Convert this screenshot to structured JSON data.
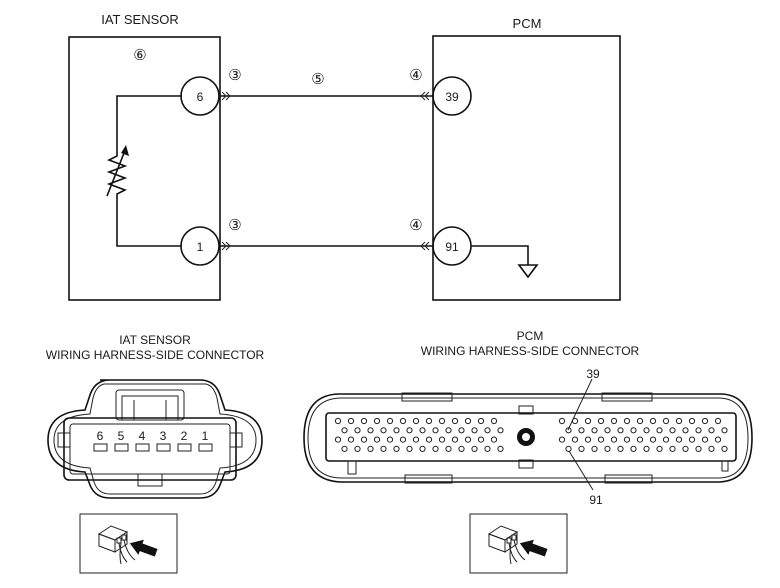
{
  "schematic": {
    "iat_sensor": {
      "title": "IAT SENSOR",
      "component_callout": "⑥",
      "terminals": [
        {
          "pin": "6",
          "connector_callout": "③"
        },
        {
          "pin": "1",
          "connector_callout": "③"
        }
      ],
      "element": "thermistor-icon"
    },
    "pcm": {
      "title": "PCM",
      "terminals": [
        {
          "pin": "39",
          "connector_callout": "④"
        },
        {
          "pin": "91",
          "connector_callout": "④"
        }
      ],
      "ground": "ground-icon"
    },
    "wire_callout": "⑤"
  },
  "connectors": {
    "iat": {
      "title_line1": "IAT SENSOR",
      "title_line2": "WIRING HARNESS-SIDE CONNECTOR",
      "pins": [
        "6",
        "5",
        "4",
        "3",
        "2",
        "1"
      ],
      "view_icon": "harness-side-view-icon"
    },
    "pcm": {
      "title_line1": "PCM",
      "title_line2": "WIRING HARNESS-SIDE CONNECTOR",
      "pin_labels": [
        "39",
        "91"
      ],
      "view_icon": "harness-side-view-icon"
    }
  }
}
